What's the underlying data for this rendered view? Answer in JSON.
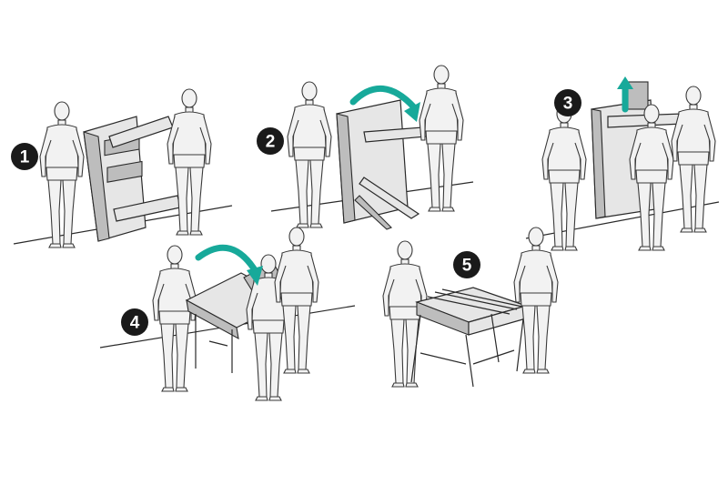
{
  "steps": [
    {
      "number": "1"
    },
    {
      "number": "2"
    },
    {
      "number": "3"
    },
    {
      "number": "4"
    },
    {
      "number": "5"
    }
  ],
  "colors": {
    "arrow": "#17a99a",
    "badge": "#1a1a1a",
    "badge_text": "#ffffff",
    "line": "#2a2a2a"
  }
}
